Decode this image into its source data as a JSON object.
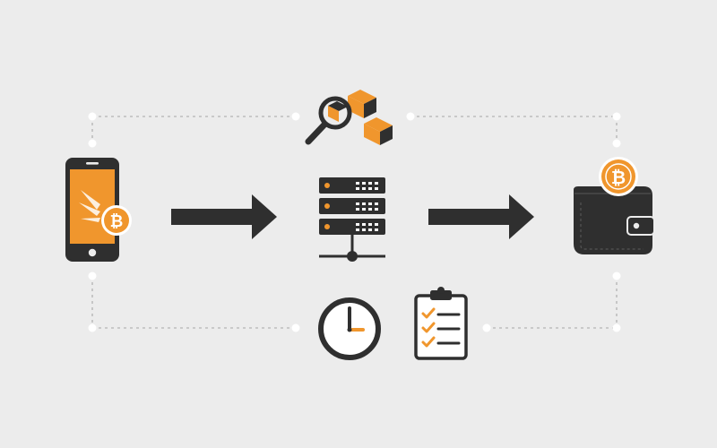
{
  "colors": {
    "background": "#ececec",
    "icon_dark": "#2f2f2f",
    "accent_orange": "#f0962d",
    "connector_gray": "#bdbdbd",
    "node_white": "#ffffff"
  },
  "diagram": {
    "nodes": [
      {
        "id": "phone",
        "icon": "smartphone-bitcoin-icon"
      },
      {
        "id": "server",
        "icon": "server-network-icon"
      },
      {
        "id": "wallet",
        "icon": "wallet-bitcoin-icon"
      },
      {
        "id": "inspect",
        "icon": "magnifier-blocks-icon"
      },
      {
        "id": "clock",
        "icon": "clock-icon"
      },
      {
        "id": "checklist",
        "icon": "clipboard-checklist-icon"
      }
    ],
    "flow": [
      {
        "from": "phone",
        "to": "server"
      },
      {
        "from": "server",
        "to": "wallet"
      }
    ],
    "bitcoin_symbol": "₿"
  }
}
